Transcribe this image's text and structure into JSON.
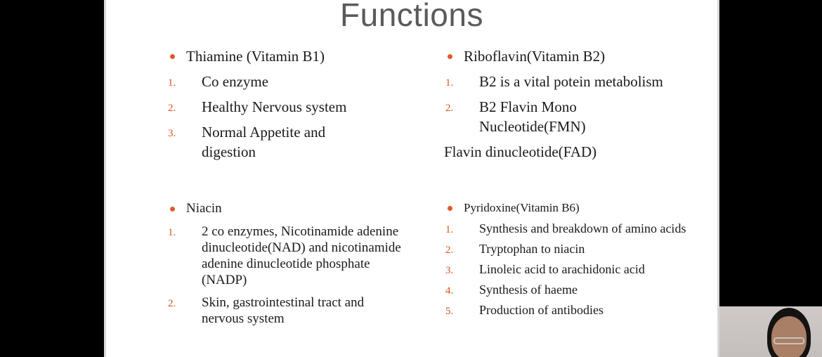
{
  "slide": {
    "title": "Functions",
    "accent_color": "#e05a2a",
    "sections": {
      "thiamine": {
        "heading": "Thiamine (Vitamin B1)",
        "items": [
          {
            "num": "1.",
            "text": "Co enzyme"
          },
          {
            "num": "2.",
            "text": "Healthy Nervous system"
          },
          {
            "num": "3.",
            "text": "Normal Appetite and digestion"
          }
        ]
      },
      "riboflavin": {
        "heading": "Riboflavin(Vitamin B2)",
        "items": [
          {
            "num": "1.",
            "text": "B2 is a vital potein metabolism"
          },
          {
            "num": "2.",
            "text": "B2  Flavin Mono Nucleotide(FMN)"
          }
        ],
        "extra": "Flavin dinucleotide(FAD)"
      },
      "niacin": {
        "heading": "Niacin",
        "items": [
          {
            "num": "1.",
            "text": "2 co enzymes, Nicotinamide adenine dinucleotide(NAD) and nicotinamide adenine dinucleotide phosphate (NADP)"
          },
          {
            "num": "2.",
            "text": "Skin, gastrointestinal tract and nervous system"
          }
        ]
      },
      "pyridoxine": {
        "heading": "Pyridoxine(Vitamin B6)",
        "items": [
          {
            "num": "1.",
            "text": "Synthesis and breakdown of amino acids"
          },
          {
            "num": "2.",
            "text": "Tryptophan to niacin"
          },
          {
            "num": "3.",
            "text": "Linoleic acid to arachidonic acid"
          },
          {
            "num": "4.",
            "text": "Synthesis of haeme"
          },
          {
            "num": "5.",
            "text": "Production of antibodies"
          }
        ]
      }
    }
  }
}
